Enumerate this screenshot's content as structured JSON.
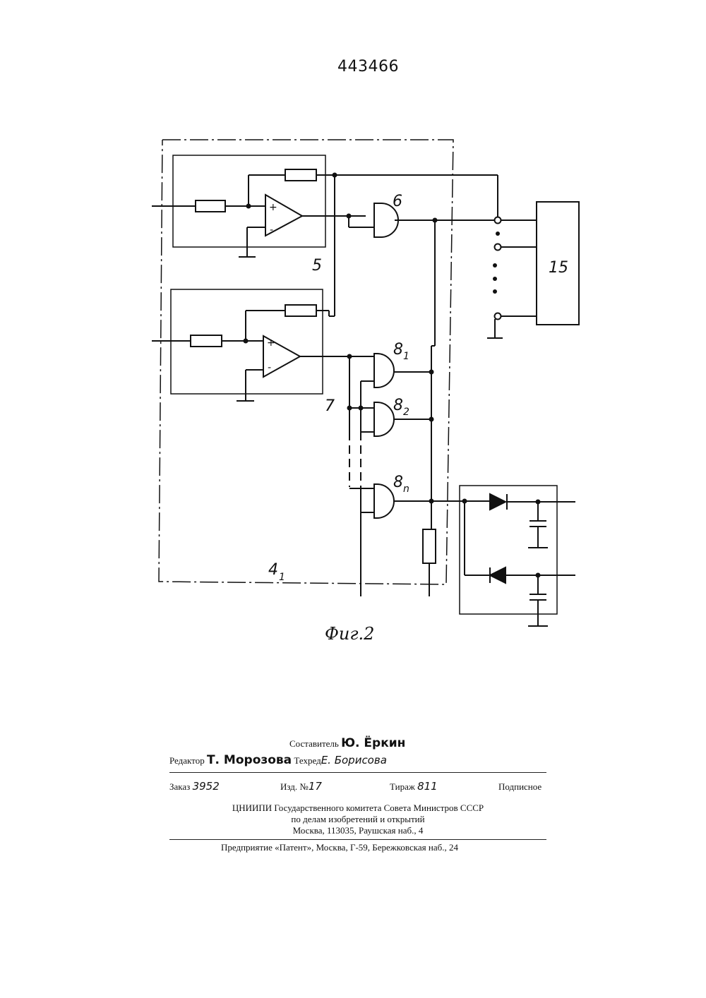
{
  "document": {
    "patent_number": "443466",
    "figure_caption": "Фиг.2"
  },
  "schematic": {
    "labels": {
      "block_5": "5",
      "block_6": "6",
      "block_7": "7",
      "block_15": "15",
      "gate_8": "8",
      "sub_1": "1",
      "sub_2": "2",
      "sub_n": "n",
      "block_4": "4",
      "sub_4": "1"
    },
    "opamp_plus": "+",
    "opamp_minus": "-"
  },
  "imprint": {
    "compiler_label": "Составитель",
    "compiler_name": "Ю. Ёркин",
    "editor_label": "Редактор",
    "editor_name": "Т. Морозова",
    "tech_label": "Техред",
    "tech_name": "Е. Борисова",
    "order_label": "Заказ",
    "order_value": "3952",
    "edition_label": "Изд. №",
    "edition_value": "17",
    "circulation_label": "Тираж",
    "circulation_value": "811",
    "subscription": "Подписное",
    "org_line1": "ЦНИИПИ Государственного комитета Совета Министров СССР",
    "org_line2": "по делам изобретений и открытий",
    "org_line3": "Москва, 113035, Раушская наб., 4",
    "printer": "Предприятие «Патент», Москва, Г-59, Бережковская наб., 24"
  }
}
